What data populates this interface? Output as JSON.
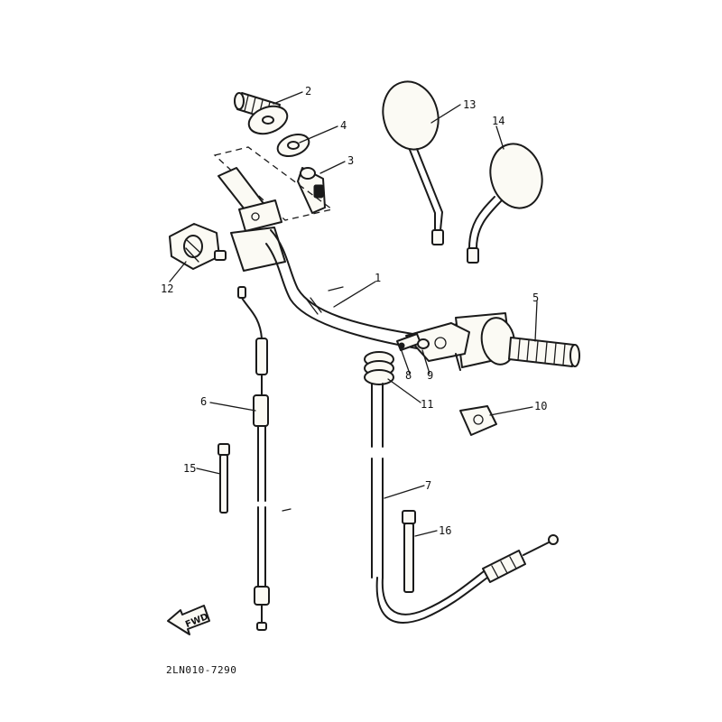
{
  "callouts": {
    "c1": "1",
    "c2": "2",
    "c3": "3",
    "c4": "4",
    "c5": "5",
    "c6": "6",
    "c7": "7",
    "c8": "8",
    "c9": "9",
    "c10": "10",
    "c11": "11",
    "c12": "12",
    "c13": "13",
    "c14": "14",
    "c15": "15",
    "c16": "16"
  },
  "fwd_label": "FWD",
  "diagram_code": "2LN010-7290",
  "colors": {
    "ink": "#1a1a1a",
    "paper": "#ffffff"
  }
}
